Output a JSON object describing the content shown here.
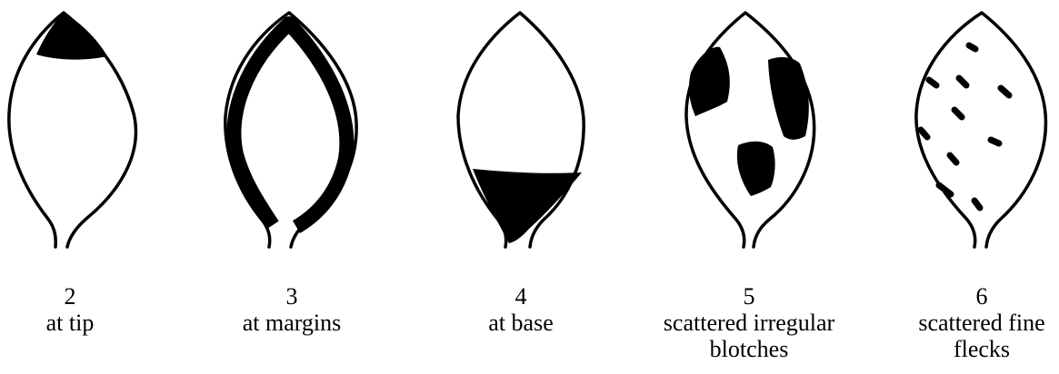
{
  "leaves": [
    {
      "number": "2",
      "label": "at tip"
    },
    {
      "number": "3",
      "label": "at margins"
    },
    {
      "number": "4",
      "label": "at base"
    },
    {
      "number": "5",
      "label": "scattered irregular blotches"
    },
    {
      "number": "6",
      "label": "scattered fine flecks"
    }
  ]
}
